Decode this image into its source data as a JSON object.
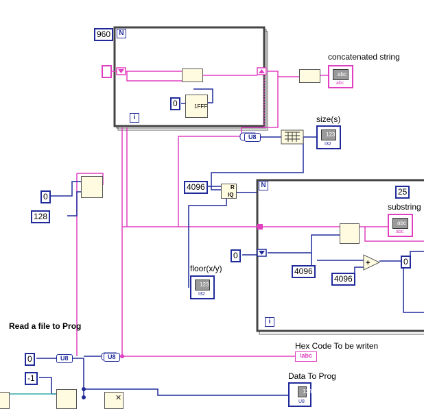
{
  "constants": {
    "loop_count": "960",
    "zero_a": "0",
    "zero_b": "0",
    "zero_c": "0",
    "zero_d": "0",
    "length_128": "128",
    "chunk_4096": "4096",
    "size_4096": "4096",
    "offset_4096": "4096",
    "count_25": "25",
    "neg_one": "-1"
  },
  "labels": {
    "concatenated": "concatenated string",
    "sizes": "size(s)",
    "substring": "substring",
    "floor": "floor(x/y)",
    "read_file": "Read a file to Prog",
    "hex_code": "Hex Code To be writen",
    "data_to_prog": "Data To Prog"
  },
  "terminals": {
    "loop_n": "N",
    "loop_i": "i",
    "loop2_n": "N",
    "loop2_i": "i",
    "u8_a": "U8",
    "u8_b": "U8",
    "u8_c": "U8",
    "abc": "abc",
    "abc_tag": "abc",
    "num": "123",
    "i32": "I32",
    "u8_tag": "U8",
    "hex_abc": "\\abc",
    "const_1fff": "1FFF",
    "quotient_r": "R",
    "quotient_iq": "IQ",
    "plus": "+"
  },
  "colors": {
    "string_wire": "#e040c0",
    "numeric_wire": "#1f2a9a",
    "node_fill": "#fffbe0"
  }
}
